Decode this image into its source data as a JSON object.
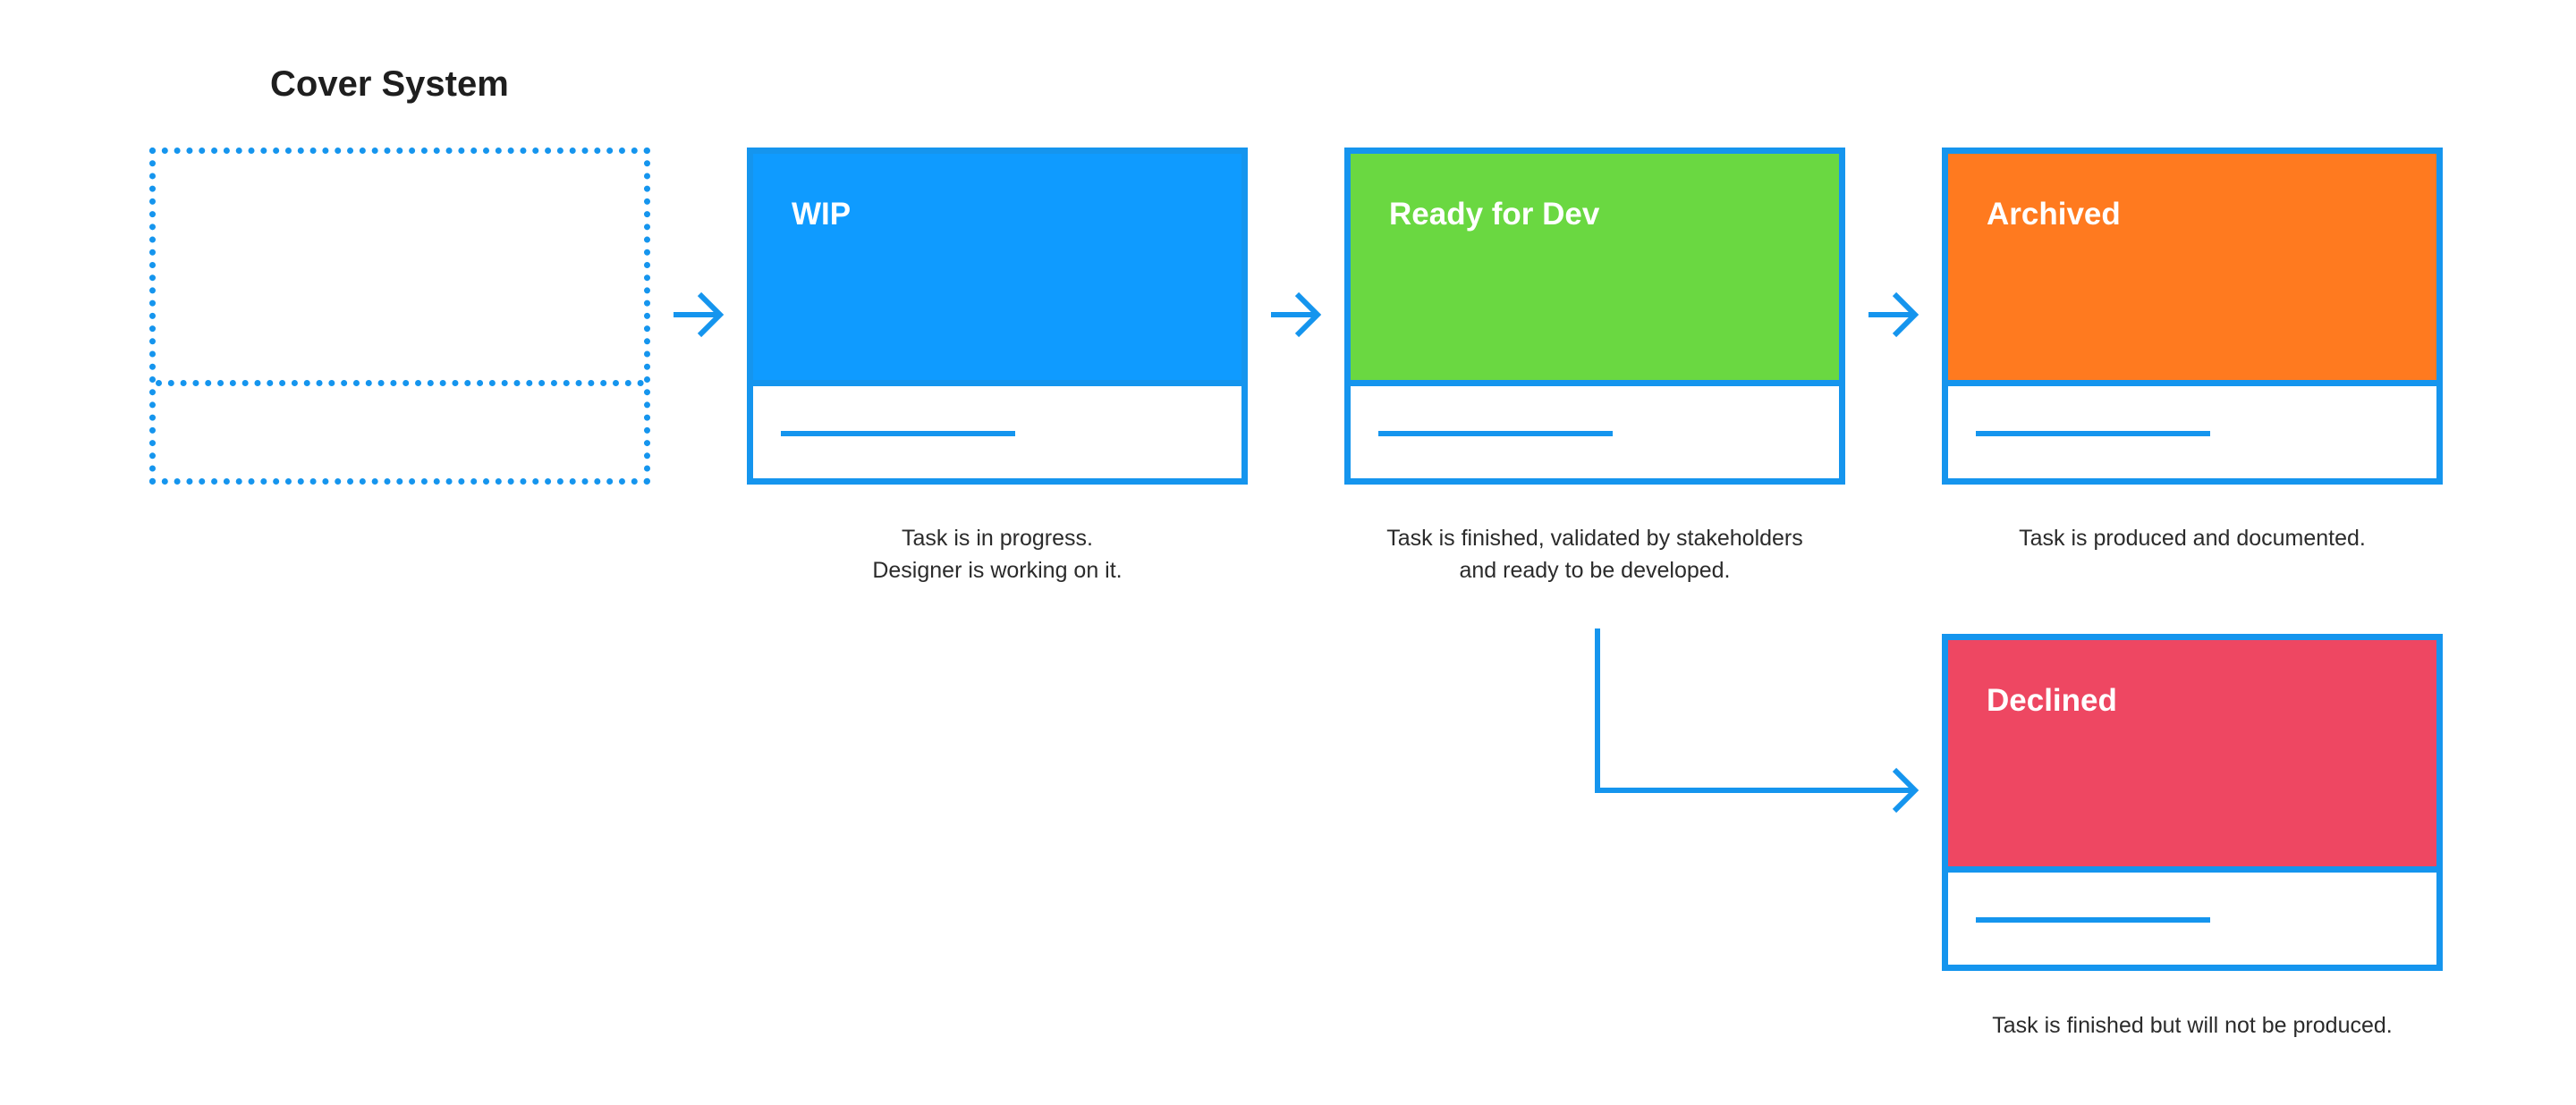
{
  "title": "Cover System",
  "colors": {
    "accent": "#1595ee",
    "wip": "#0f9bff",
    "ready": "#6ad841",
    "archived": "#ff7a1f",
    "declined": "#ee4762"
  },
  "cards": {
    "wip": {
      "label": "WIP",
      "description": [
        "Task is in progress.",
        "Designer is working on it."
      ]
    },
    "ready": {
      "label": "Ready for Dev",
      "description": [
        "Task is finished, validated by stakeholders",
        "and ready to be developed."
      ]
    },
    "archived": {
      "label": "Archived",
      "description": [
        "Task is produced and documented."
      ]
    },
    "declined": {
      "label": "Declined",
      "description": [
        "Task is finished but will not be produced."
      ]
    }
  }
}
